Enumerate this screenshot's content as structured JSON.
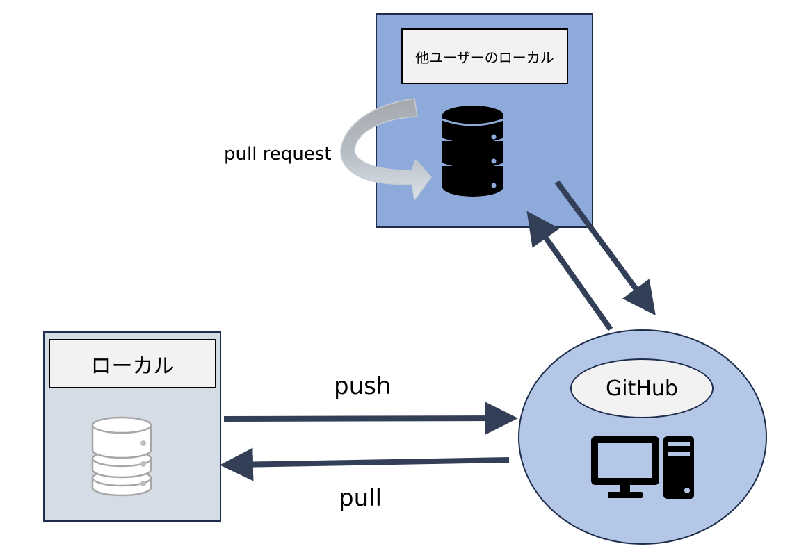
{
  "nodes": {
    "other_user_local": {
      "label": "他ユーザーのローカル"
    },
    "local": {
      "label": "ローカル"
    },
    "github": {
      "label": "GitHub"
    }
  },
  "edges": {
    "pull_request": {
      "label": "pull request"
    },
    "push": {
      "label": "push"
    },
    "pull": {
      "label": "pull"
    }
  },
  "icons": {
    "other_db": "database-icon",
    "local_db": "database-icon",
    "github_computer": "desktop-computer-icon"
  },
  "colors": {
    "other_box_fill": "#8eaadb",
    "local_box_fill": "#d6dce5",
    "github_fill": "#b4c7e7",
    "arrow": "#323f56",
    "border": "#1f2d4d"
  }
}
